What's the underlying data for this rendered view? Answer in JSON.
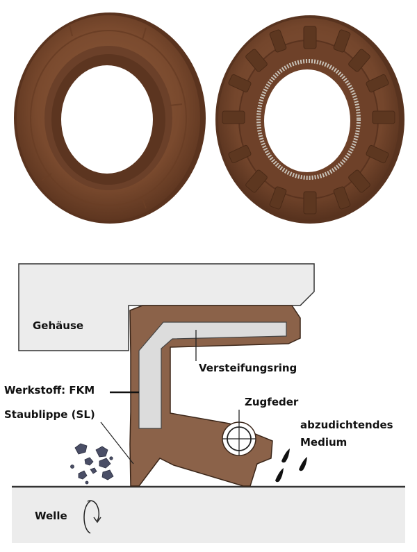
{
  "labels": {
    "housing": "Gehäuse",
    "stiffening_ring": "Versteifungsring",
    "material": "Werkstoff: FKM",
    "dust_lip": "Staublippe (SL)",
    "spring": "Zugfeder",
    "medium_line1": "abzudichtendes",
    "medium_line2": "Medium",
    "shaft": "Welle"
  },
  "colors": {
    "seal_brown": "#8b6249",
    "seal_dark": "#5a3a28",
    "housing_fill": "#ececec",
    "shaft_fill": "#ececec",
    "ring_fill": "#dcdcdc",
    "dirt": "#4a4e66",
    "oil": "#111111"
  },
  "photos": {
    "left": "oil-seal-front-view",
    "right": "oil-seal-back-view-with-spring"
  }
}
